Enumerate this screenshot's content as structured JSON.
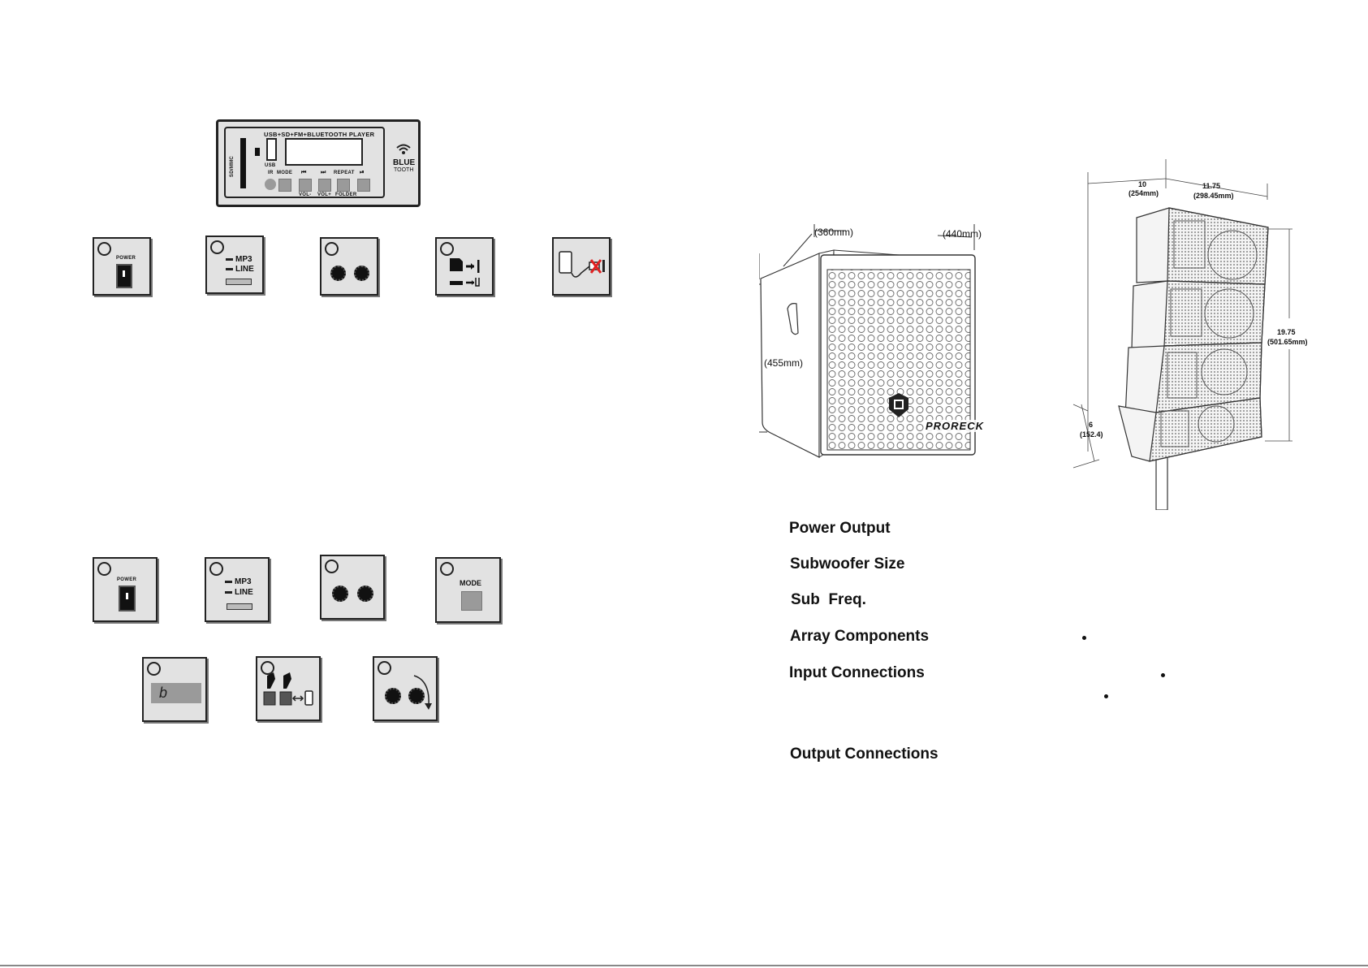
{
  "player_panel": {
    "title": "USB+SD+FM+BLUETOOTH PLAYER",
    "sd_label": "SD/MMC",
    "usb_label": "USB",
    "ir_label": "IR",
    "mode_label": "MODE",
    "repeat_label": "REPEAT",
    "vol_minus": "VOL-",
    "vol_plus": "VOL+",
    "folder_label": "FOLDER",
    "bt_line1": "BLUE",
    "bt_line2": "TOOTH"
  },
  "tiles_row1": {
    "power_label": "POWER",
    "mp3_label": "MP3",
    "line_label": "LINE"
  },
  "tiles_row2": {
    "power_label": "POWER",
    "mp3_label": "MP3",
    "line_label": "LINE",
    "mode_label": "MODE",
    "display_char": "b"
  },
  "diagram": {
    "depth": "(360mm)",
    "width": "(440mm)",
    "height": "(455mm)",
    "brand": "PRORECK",
    "array_dim1_in": "10",
    "array_dim1_mm": "(254mm)",
    "array_dim2_in": "11.75",
    "array_dim2_mm": "(298.45mm)",
    "array_dim3_in": "19.75",
    "array_dim3_mm": "(501.65mm)",
    "array_dim4_in": "6",
    "array_dim4_mm": "(152.4)"
  },
  "specs": [
    {
      "label": "Power Output"
    },
    {
      "label": "Subwoofer Size"
    },
    {
      "label": "Sub  Freq."
    },
    {
      "label": "Array Components"
    },
    {
      "label": "Input Connections"
    },
    {
      "label": "Output Connections"
    }
  ]
}
